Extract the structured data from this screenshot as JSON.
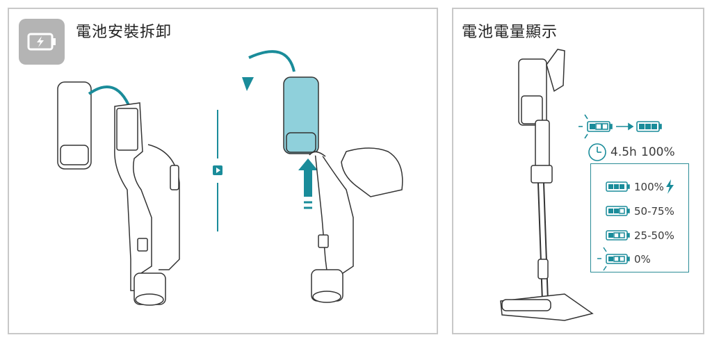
{
  "panels": {
    "install": {
      "title": "電池安裝拆卸",
      "icon": "battery-charging-icon"
    },
    "level": {
      "title": "電池電量顯示",
      "charge_info": {
        "time": "4.5h",
        "percent": "100%"
      },
      "legend": [
        {
          "label": "100%",
          "bars_filled": 3,
          "icon": "lightning-icon"
        },
        {
          "label": "50-75%",
          "bars_filled": 2
        },
        {
          "label": "25-50%",
          "bars_filled": 1
        },
        {
          "label": "0%",
          "bars_filled": 1,
          "blinking": true
        }
      ]
    }
  },
  "colors": {
    "accent": "#1a8c9a",
    "battery_fill": "#8fd0db",
    "panel_border": "#c8c8c8",
    "badge": "#b4b4b4"
  }
}
